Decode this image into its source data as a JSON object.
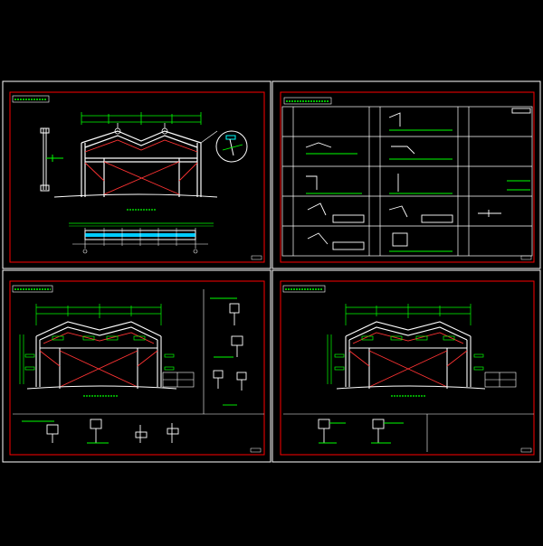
{
  "viewer": {
    "background": "#000000",
    "sheet_border_color": "#ffffff",
    "frame_color": "#ff0000",
    "dim_color": "#00ff00",
    "member_color": "#ffffff",
    "brace_color": "#ff3333",
    "accent_color": "#00ffff",
    "sheet_count": 4
  },
  "sheets": [
    {
      "id": "sheet-1",
      "content": "elevation-and-plan"
    },
    {
      "id": "sheet-2",
      "content": "member-schedule-table"
    },
    {
      "id": "sheet-3",
      "content": "portal-frame-elevation-with-details"
    },
    {
      "id": "sheet-4",
      "content": "portal-frame-elevation-with-details"
    }
  ]
}
